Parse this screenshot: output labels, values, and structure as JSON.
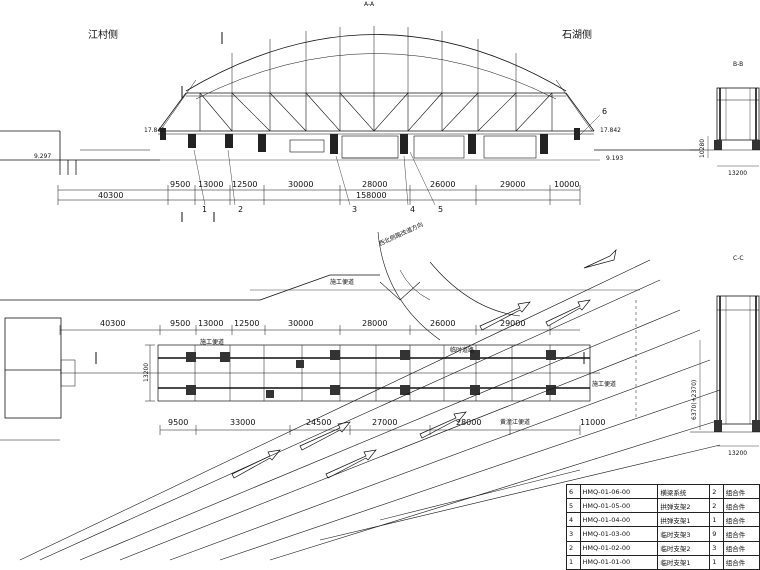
{
  "labels": {
    "section_aa": "A-A",
    "left_side": "江村侧",
    "right_side": "石湖侧",
    "section_bb": "B-B",
    "section_cc": "C-C",
    "construction_road_1": "施工便道",
    "construction_road_2": "施工便道",
    "construction_road_3": "施工便道",
    "river_road": "黄潼江便道",
    "temp_road": "临时道路",
    "diag_road": "西北侧路改道方向"
  },
  "elevation": {
    "left_elev": "17.842",
    "right_elev": "17.842",
    "left_ground": "9.297",
    "right_ground": "9.193",
    "dims": [
      "9500",
      "13000",
      "12500",
      "30000",
      "28000",
      "26000",
      "29000",
      "10000"
    ],
    "total_left": "40300",
    "total_span": "158000",
    "callouts": [
      "1",
      "2",
      "3",
      "4",
      "5",
      "6"
    ]
  },
  "plan": {
    "dims_top": [
      "40300",
      "9500",
      "13000",
      "12500",
      "30000",
      "28000",
      "26000",
      "29000"
    ],
    "dims_bottom": [
      "9500",
      "33000",
      "24500",
      "27000",
      "28000",
      "11000"
    ],
    "width_dim": "13200"
  },
  "sections": {
    "bb_width": "13200",
    "bb_height": "10280",
    "cc_width": "13200",
    "cc_height": "6370(+2370)"
  },
  "table": {
    "rows": [
      {
        "no": "6",
        "code": "HMQ-01-06-00",
        "name": "横梁系统",
        "qty": "2",
        "note": "组合件"
      },
      {
        "no": "5",
        "code": "HMQ-01-05-00",
        "name": "拱弹支架2",
        "qty": "2",
        "note": "组合件"
      },
      {
        "no": "4",
        "code": "HMQ-01-04-00",
        "name": "拱弹支架1",
        "qty": "1",
        "note": "组合件"
      },
      {
        "no": "3",
        "code": "HMQ-01-03-00",
        "name": "临时支架3",
        "qty": "9",
        "note": "组合件"
      },
      {
        "no": "2",
        "code": "HMQ-01-02-00",
        "name": "临时支架2",
        "qty": "3",
        "note": "组合件"
      },
      {
        "no": "1",
        "code": "HMQ-01-01-00",
        "name": "临时支架1",
        "qty": "1",
        "note": "组合件"
      }
    ]
  }
}
